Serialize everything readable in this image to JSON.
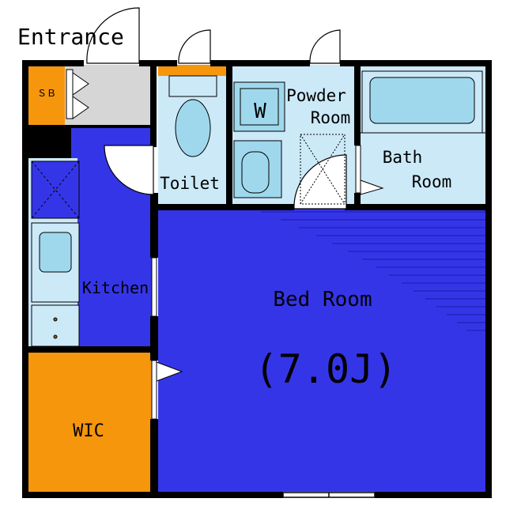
{
  "entrance_label": "Entrance",
  "rooms": {
    "shoe_box": "ＳＢ",
    "toilet": "Toilet",
    "washer": "W",
    "powder_room_line1": "Powder",
    "powder_room_line2": "Room",
    "bath_room_line1": "Bath",
    "bath_room_line2": "Room",
    "kitchen": "Kitchen",
    "bed_room": "Bed Room",
    "bed_room_size": "(7.0J)",
    "wic": "WIC"
  },
  "colors": {
    "wall": "#000000",
    "room_blue": "#3535e8",
    "wet_area": "#cce9f8",
    "fixture": "#9fd8ec",
    "storage_orange": "#f6960c",
    "entrance_gray": "#d6d6d6"
  }
}
